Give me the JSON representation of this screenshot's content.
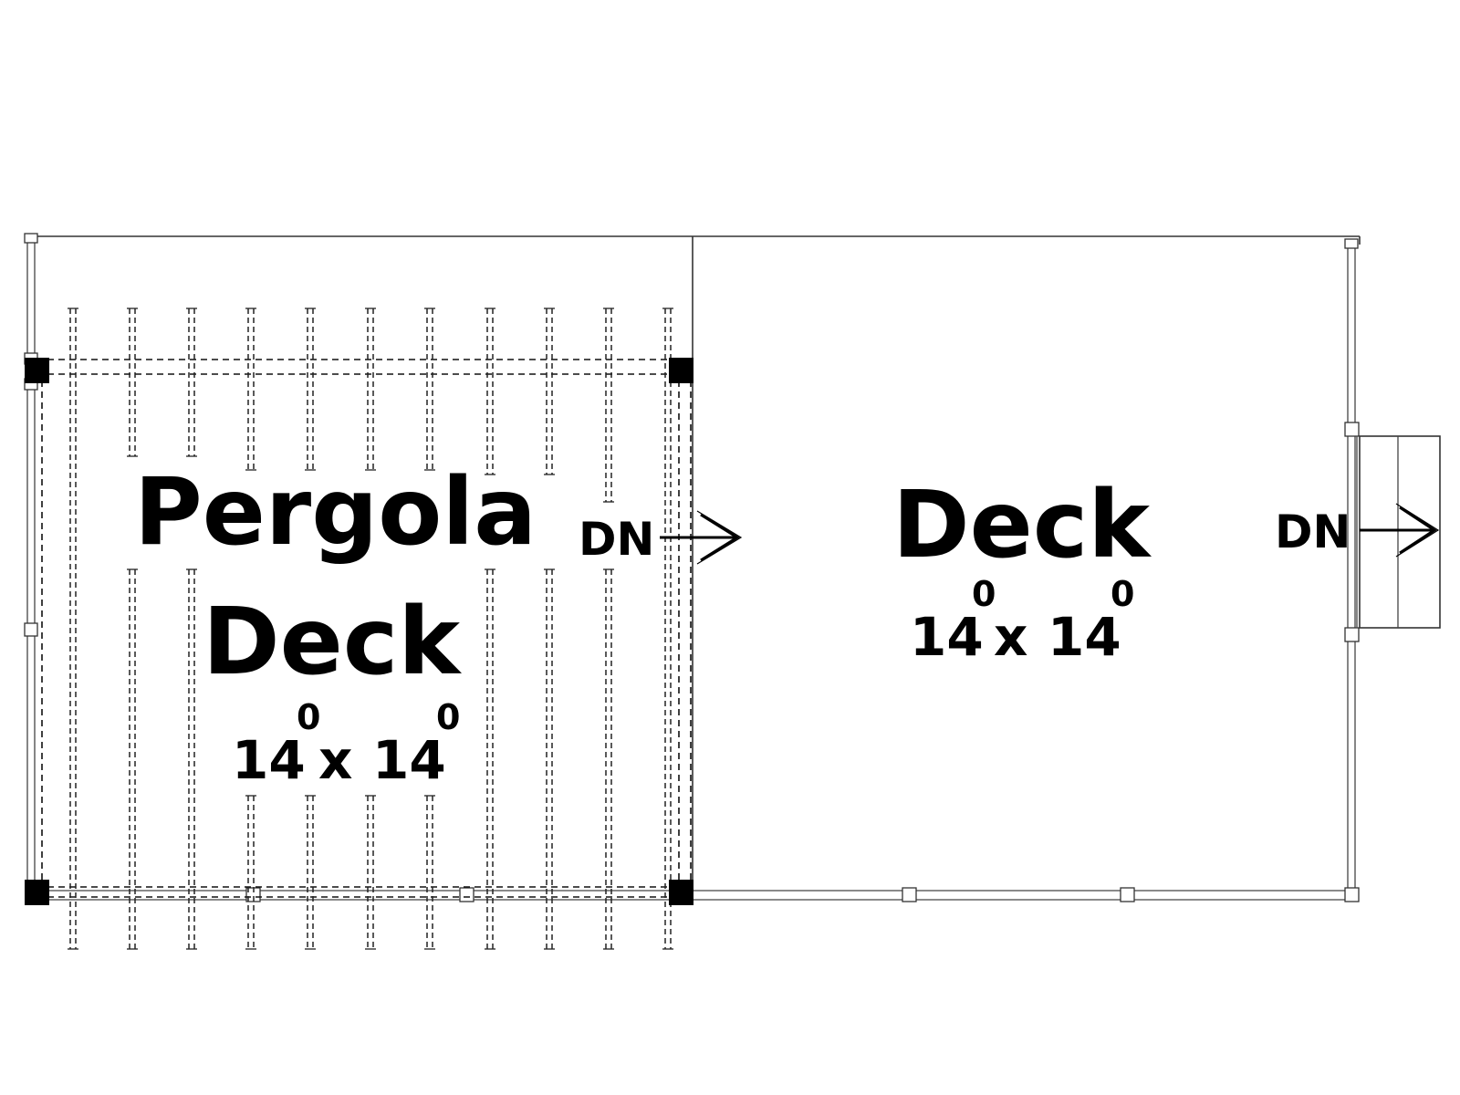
{
  "plan": {
    "rooms": [
      {
        "id": "pergola-deck",
        "name_line1": "Pergola",
        "name_line2": "Deck",
        "dim_w": "14",
        "dim_w_inch": "0",
        "dim_sep": "x",
        "dim_h": "14",
        "dim_h_inch": "0"
      },
      {
        "id": "deck",
        "name_line1": "Deck",
        "dim_w": "14",
        "dim_w_inch": "0",
        "dim_sep": "x",
        "dim_h": "14",
        "dim_h_inch": "0"
      }
    ],
    "stairs": [
      {
        "label": "DN"
      },
      {
        "label": "DN"
      }
    ],
    "colors": {
      "ink": "#000000",
      "line": "#333333",
      "background": "#ffffff"
    }
  }
}
